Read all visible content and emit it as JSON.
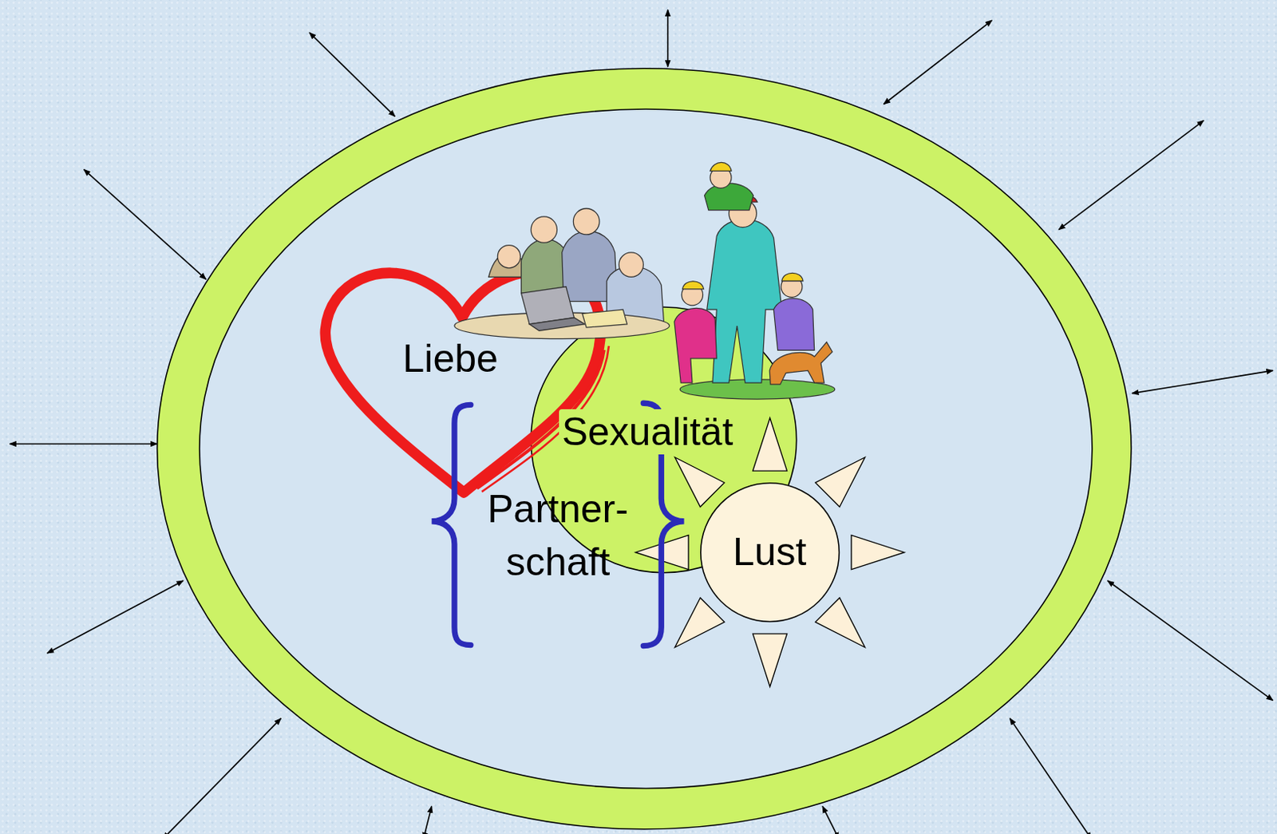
{
  "diagram": {
    "nodes": [
      {
        "text": [
          "Liebe"
        ]
      },
      {
        "text": [
          "Sexualität"
        ]
      },
      {
        "text": [
          "Lust"
        ]
      }
    ],
    "labels": [
      "Partner- schaft"
    ]
  }
}
